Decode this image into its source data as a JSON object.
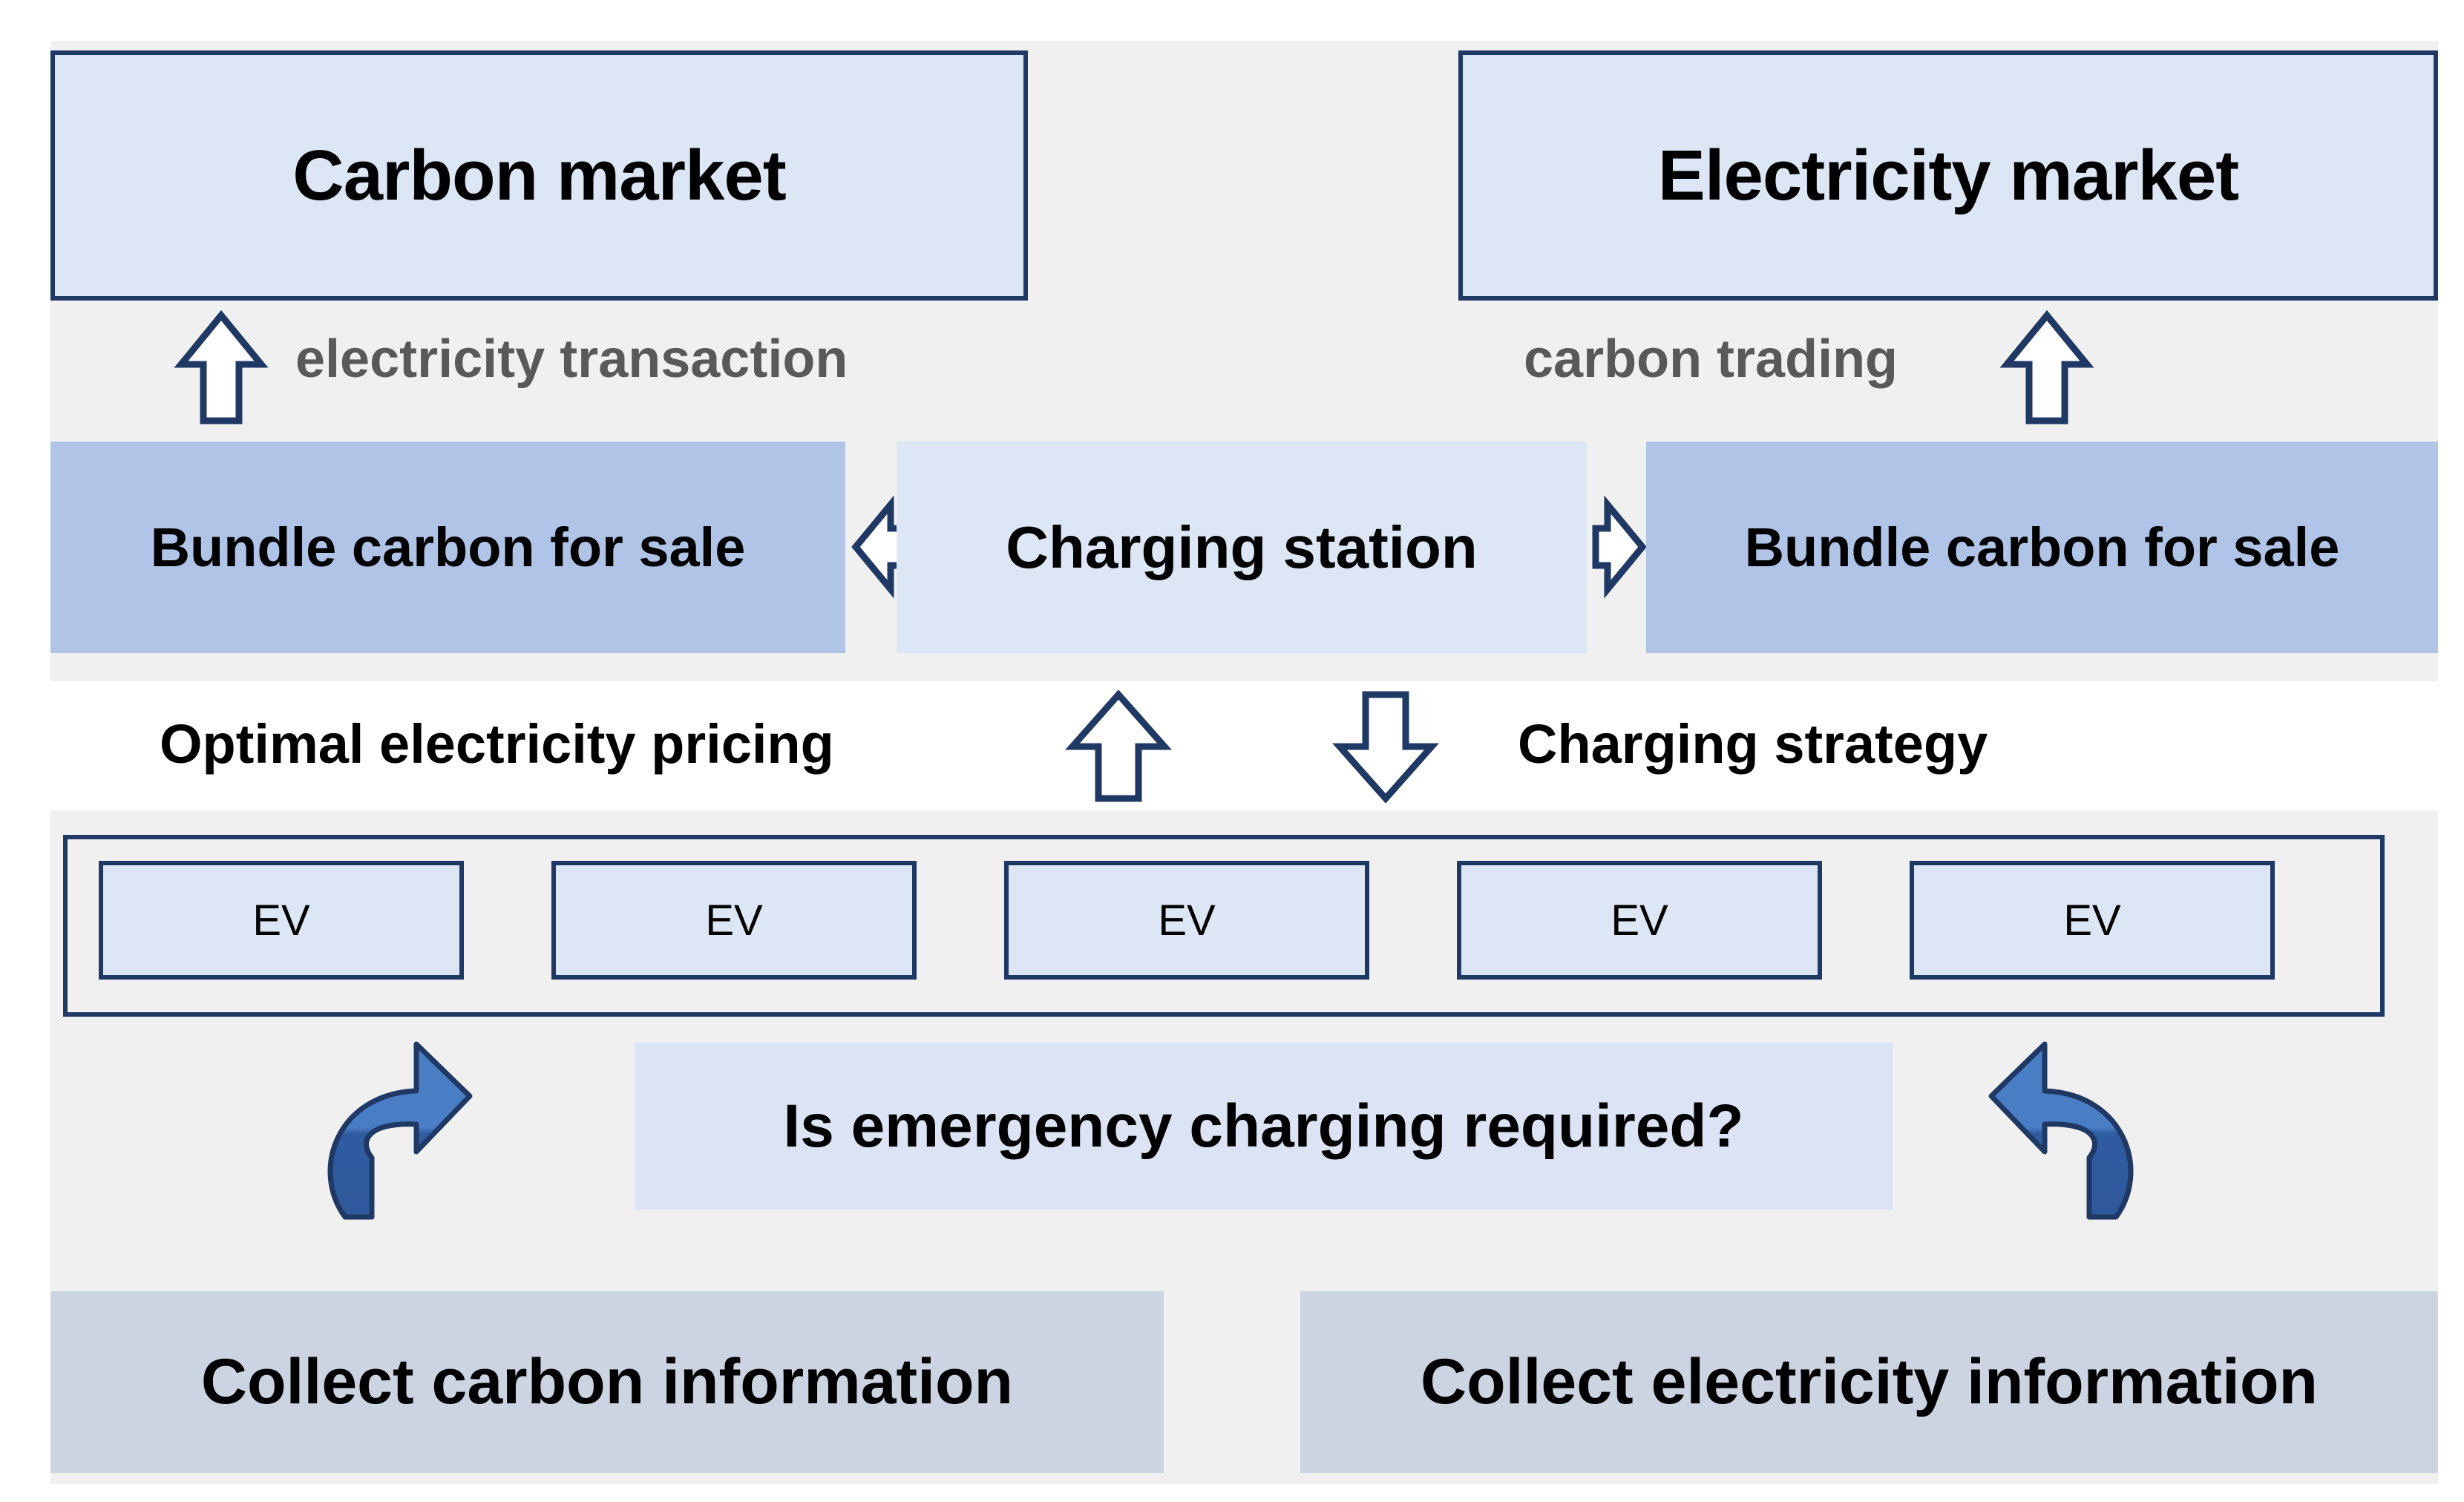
{
  "diagram": {
    "title": "Carbon and electricity market EV charging station interaction flow",
    "colors": {
      "panel_bg": "#f0f0f0",
      "box_border": "#1f3864",
      "light_blue": "#dce6f4",
      "medium_blue": "#b0c4e8",
      "gray_blue": "#ccd4e2",
      "curved_arrow": "#3f6eb5",
      "label_gray": "#595959"
    },
    "top_markets": [
      {
        "id": "carbon-market",
        "label": "Carbon market"
      },
      {
        "id": "electricity-market",
        "label": "Electricity market"
      }
    ],
    "flow_labels": [
      {
        "id": "electricity-transaction",
        "label": "electricity transaction"
      },
      {
        "id": "carbon-trading",
        "label": "carbon trading"
      }
    ],
    "middle_row": {
      "bundle_left": "Bundle carbon for sale",
      "charging_station": "Charging station",
      "bundle_right": "Bundle carbon for sale"
    },
    "band_labels": {
      "pricing": "Optimal electricity pricing",
      "strategy": "Charging strategy"
    },
    "ev_row": {
      "items": [
        {
          "label": "EV"
        },
        {
          "label": "EV"
        },
        {
          "label": "EV"
        },
        {
          "label": "EV"
        },
        {
          "label": "EV"
        }
      ]
    },
    "decision": {
      "label": "Is emergency charging required?"
    },
    "bottom_row": {
      "collect_carbon": "Collect carbon information",
      "collect_electricity": "Collect electricity information"
    },
    "arrows": [
      {
        "id": "arrow-up-carbon",
        "direction": "up",
        "style": "block-outline"
      },
      {
        "id": "arrow-up-electricity",
        "direction": "up",
        "style": "block-outline"
      },
      {
        "id": "arrow-left-bundle",
        "direction": "left",
        "style": "block-outline"
      },
      {
        "id": "arrow-right-bundle",
        "direction": "right",
        "style": "block-outline"
      },
      {
        "id": "arrow-up-pricing",
        "direction": "up",
        "style": "block-outline"
      },
      {
        "id": "arrow-down-strategy",
        "direction": "down",
        "style": "block-outline"
      },
      {
        "id": "arrow-curved-left",
        "direction": "clockwise",
        "style": "curved-filled"
      },
      {
        "id": "arrow-curved-right",
        "direction": "counterclockwise",
        "style": "curved-filled"
      }
    ]
  }
}
